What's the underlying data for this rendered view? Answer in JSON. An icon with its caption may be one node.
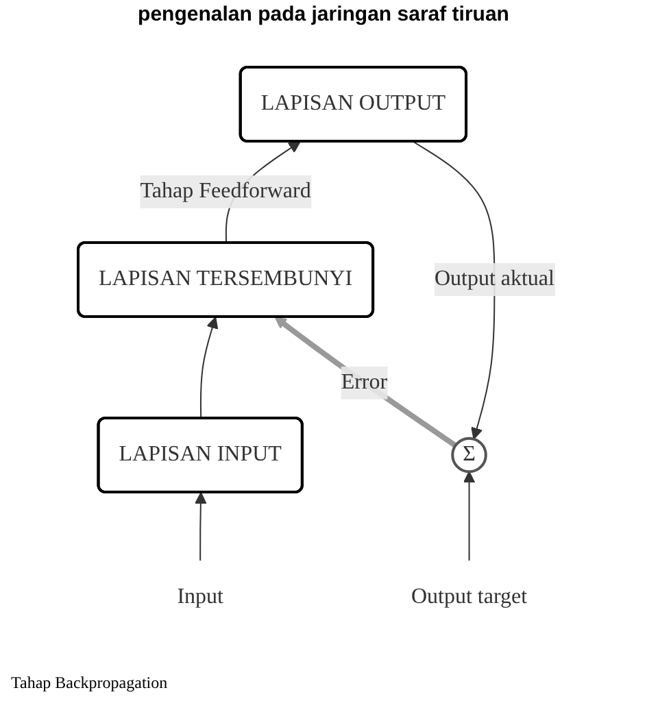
{
  "diagram": {
    "title": "pengenalan pada jaringan saraf tiruan",
    "nodes": [
      {
        "text": [
          "Σ"
        ]
      },
      {
        "text": [
          "LAPISAN OUTPUT"
        ]
      },
      {
        "text": [
          "LAPISAN TERSEMBUNYI"
        ]
      },
      {
        "text": [
          "LAPISAN INPUT"
        ]
      },
      {
        "text": [
          "Output target"
        ]
      },
      {
        "text": [
          "Input"
        ]
      }
    ],
    "edges": [
      {
        "from": 5,
        "to": 3,
        "arrow": "to"
      },
      {
        "from": 3,
        "to": 2,
        "arrow": "to"
      },
      {
        "from": 2,
        "to": 1,
        "arrow": "to",
        "label": "Tahap Feedforward"
      },
      {
        "from": 1,
        "to": 0,
        "arrow": "to",
        "label": "Output aktual"
      },
      {
        "from": 4,
        "to": 0,
        "arrow": "to"
      },
      {
        "from": 0,
        "to": 2,
        "arrow": "to",
        "label": "Error",
        "style": "thick",
        "color": "#999999"
      }
    ],
    "labels": [
      "Tahap Backpropagation"
    ]
  }
}
